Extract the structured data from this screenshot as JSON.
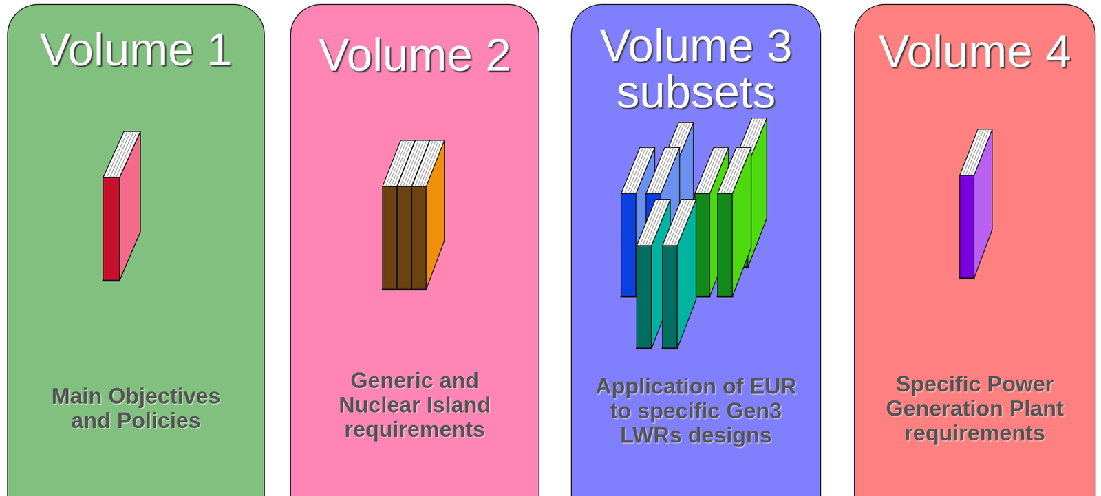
{
  "diagram": {
    "nodes": [
      {
        "text": [
          "Volume 1",
          "Main Objectives and Policies"
        ]
      },
      {
        "text": [
          "Volume 2",
          "Generic and Nuclear Island requirements"
        ]
      },
      {
        "text": [
          "Volume 3 subsets",
          "Application of EUR to specific Gen3 LWRs designs"
        ]
      },
      {
        "text": [
          "Volume 4",
          "Specific Power Generation Plant requirements"
        ]
      }
    ]
  }
}
